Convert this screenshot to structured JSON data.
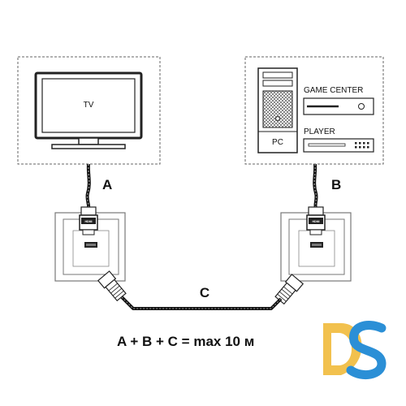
{
  "devices": {
    "tv": {
      "label": "TV"
    },
    "pc": {
      "tower_label": "PC",
      "game_center_label": "GAME CENTER",
      "player_label": "PLAYER"
    }
  },
  "cables": {
    "a_label": "A",
    "b_label": "B",
    "c_label": "C"
  },
  "connector_marking": "HDMI",
  "formula": "A + B + C = max 10 м",
  "logo": {
    "text": "DS",
    "colors": [
      "#f2c14e",
      "#2b8fd6"
    ]
  }
}
